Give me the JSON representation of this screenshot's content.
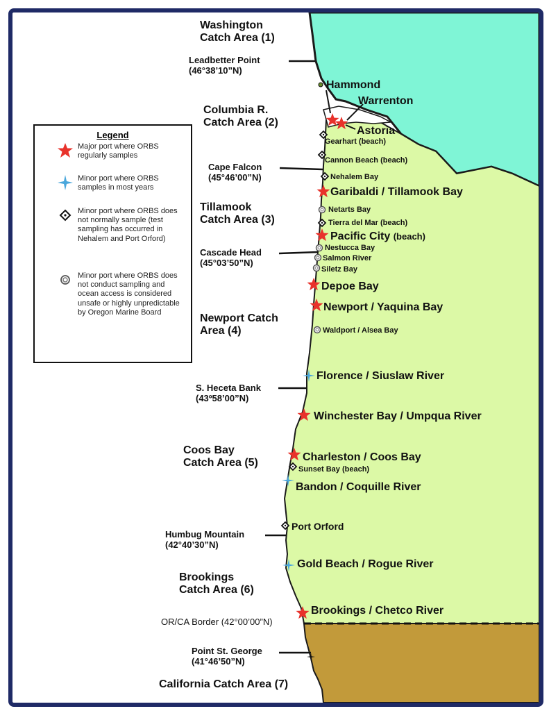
{
  "catch_areas": [
    {
      "name": "Washington Catch Area (1)",
      "line1": "Washington",
      "line2": "Catch Area (1)"
    },
    {
      "name": "Columbia R. Catch Area (2)",
      "line1": "Columbia R.",
      "line2": "Catch Area (2)"
    },
    {
      "name": "Tillamook Catch Area (3)",
      "line1": "Tillamook",
      "line2": "Catch Area (3)"
    },
    {
      "name": "Newport Catch Area (4)",
      "line1": "Newport Catch",
      "line2": "Area (4)"
    },
    {
      "name": "Coos Bay Catch Area (5)",
      "line1": "Coos Bay",
      "line2": "Catch Area (5)"
    },
    {
      "name": "Brookings Catch Area (6)",
      "line1": "Brookings",
      "line2": "Catch Area (6)"
    },
    {
      "name": "California Catch Area (7)",
      "line1": "California Catch Area (7)",
      "line2": ""
    }
  ],
  "boundary_points": [
    {
      "name": "Leadbetter Point",
      "coord": "(46°38’10”N)"
    },
    {
      "name": "Cape Falcon",
      "coord": "(45°46’00”N)"
    },
    {
      "name": "Cascade Head",
      "coord": "(45°03’50”N)"
    },
    {
      "name": "S. Heceta Bank",
      "coord": "(43º58’00”N)"
    },
    {
      "name": "Humbug Mountain",
      "coord": "(42°40’30”N)"
    },
    {
      "name": "Point St. George",
      "coord": "(41°46’50”N)"
    }
  ],
  "border": {
    "label": "OR/CA Border (42°00’00”N)"
  },
  "ports": {
    "hammond": "Hammond",
    "warrenton": "Warrenton",
    "astoria": "Astoria",
    "gearhart": "Gearhart (beach)",
    "cannon_beach": "Cannon Beach (beach)",
    "nehalem": "Nehalem Bay",
    "garibaldi": "Garibaldi / Tillamook Bay",
    "netarts": "Netarts Bay",
    "tierra": "Tierra del Mar (beach)",
    "pacific_city": "Pacific City",
    "pacific_city_note": "(beach)",
    "nestucca": "Nestucca Bay",
    "salmon": "Salmon River",
    "siletz": "Siletz Bay",
    "depoe": "Depoe Bay",
    "newport": "Newport / Yaquina Bay",
    "waldport": "Waldport / Alsea  Bay",
    "florence": "Florence / Siuslaw River",
    "winchester": "Winchester Bay / Umpqua River",
    "charleston": "Charleston / Coos Bay",
    "sunset": "Sunset Bay (beach)",
    "bandon": "Bandon / Coquille River",
    "port_orford": "Port Orford",
    "gold_beach": "Gold Beach / Rogue River",
    "brookings": "Brookings / Chetco River"
  },
  "legend": {
    "title": "Legend",
    "items": [
      {
        "symbol": "red-star",
        "text": "Major port where ORBS regularly samples"
      },
      {
        "symbol": "blue-star",
        "text": "Minor port where ORBS samples in most years"
      },
      {
        "symbol": "diamond",
        "text": "Minor port where ORBS does not normally sample (test sampling has occurred in Nehalem and Port Orford)"
      },
      {
        "symbol": "circle",
        "text": "Minor port where ORBS does not conduct sampling and ocean access is considered unsafe or highly unpredictable by Oregon Marine Board"
      }
    ]
  },
  "colors": {
    "washington_land": "#7ff5d6",
    "oregon_land": "#dcf9a6",
    "california_land": "#c29a3a",
    "frame": "#1f2a66",
    "major_star": "#e8322b",
    "minor_star": "#4aa7dc"
  }
}
